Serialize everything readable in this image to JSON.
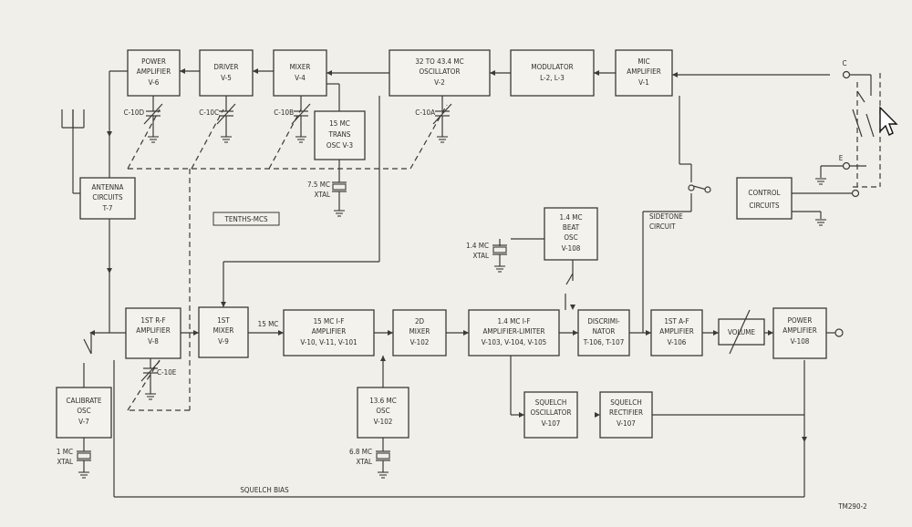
{
  "blocks": {
    "power_amp_v6": [
      "POWER",
      "AMPLIFIER",
      "V-6"
    ],
    "driver_v5": [
      "DRIVER",
      "V-5"
    ],
    "mixer_v4": [
      "MIXER",
      "V-4"
    ],
    "osc_v2": [
      "32 TO 43.4 MC",
      "OSCILLATOR",
      "V-2"
    ],
    "modulator": [
      "MODULATOR",
      "L-2, L-3"
    ],
    "mic_amp_v1": [
      "MIC",
      "AMPLIFIER",
      "V-1"
    ],
    "trans_osc_v3": [
      "15 MC",
      "TRANS",
      "OSC V-3"
    ],
    "antenna": [
      "ANTENNA",
      "CIRCUITS",
      "T-7"
    ],
    "control": [
      "CONTROL",
      "CIRCUITS"
    ],
    "beat_osc": [
      "1.4 MC",
      "BEAT",
      "OSC",
      "V-108"
    ],
    "rf_amp_v8": [
      "1ST R-F",
      "AMPLIFIER",
      "V-8"
    ],
    "mixer1_v9": [
      "1ST",
      "MIXER",
      "V-9"
    ],
    "if15": [
      "15 MC I-F",
      "AMPLIFIER",
      "V-10, V-11, V-101"
    ],
    "mixer2": [
      "2D",
      "MIXER",
      "V-102"
    ],
    "if14": [
      "1.4 MC I-F",
      "AMPLIFIER-LIMITER",
      "V-103, V-104, V-105"
    ],
    "discrim": [
      "DISCRIMI-",
      "NATOR",
      "T-106, T-107"
    ],
    "af_amp": [
      "1ST A-F",
      "AMPLIFIER",
      "V-106"
    ],
    "volume": [
      "VOLUME"
    ],
    "power_amp_108": [
      "POWER",
      "AMPLIFIER",
      "V-108"
    ],
    "calib": [
      "CALIBRATE",
      "OSC",
      "V-7"
    ],
    "osc136": [
      "13.6 MC",
      "OSC",
      "V-102"
    ],
    "squelch_osc": [
      "SQUELCH",
      "OSCILLATOR",
      "V-107"
    ],
    "squelch_rect": [
      "SQUELCH",
      "RECTIFIER",
      "V-107"
    ]
  },
  "labels": {
    "c10d": "C-10D",
    "c10c": "C-10C",
    "c10b": "C-10B",
    "c10a": "C-10A",
    "c10e": "C-10E",
    "xtal75": [
      "7.5 MC",
      "XTAL"
    ],
    "xtal14": [
      "1.4 MC",
      "XTAL"
    ],
    "xtal1": [
      "1 MC",
      "XTAL"
    ],
    "xtal68": [
      "6.8 MC",
      "XTAL"
    ],
    "tenths": "TENTHS-MCS",
    "sidetone": [
      "SIDETONE",
      "CIRCUIT"
    ],
    "mc15": "15 MC",
    "squelch_bias": "SQUELCH BIAS",
    "c_terminal": "C",
    "e_terminal": "E",
    "fig_id": "TM290-2"
  }
}
